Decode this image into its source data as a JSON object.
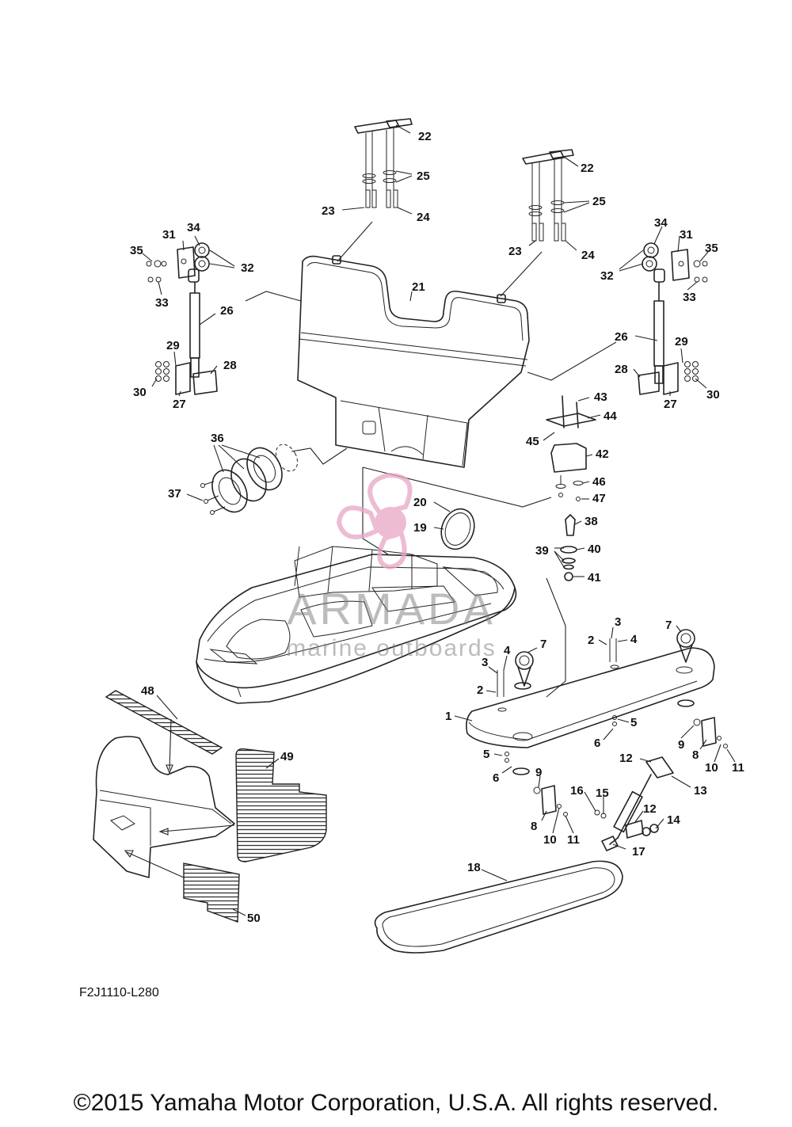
{
  "diagram": {
    "code": "F2J1110-L280",
    "copyright": "©2015 Yamaha Motor Corporation, U.S.A. All rights reserved."
  },
  "watermark": {
    "brand": "ARMADA",
    "tagline": "marine outboards",
    "color": "#e7a6c5"
  },
  "callouts": [
    {
      "id": "c22a",
      "label": "22"
    },
    {
      "id": "c25a",
      "label": "25"
    },
    {
      "id": "c23a",
      "label": "23"
    },
    {
      "id": "c24a",
      "label": "24"
    },
    {
      "id": "c22b",
      "label": "22"
    },
    {
      "id": "c25b",
      "label": "25"
    },
    {
      "id": "c23b",
      "label": "23"
    },
    {
      "id": "c24b",
      "label": "24"
    },
    {
      "id": "c34a",
      "label": "34"
    },
    {
      "id": "c31a",
      "label": "31"
    },
    {
      "id": "c35a",
      "label": "35"
    },
    {
      "id": "c32a",
      "label": "32"
    },
    {
      "id": "c33a",
      "label": "33"
    },
    {
      "id": "c26a",
      "label": "26"
    },
    {
      "id": "c29a",
      "label": "29"
    },
    {
      "id": "c28a",
      "label": "28"
    },
    {
      "id": "c30a",
      "label": "30"
    },
    {
      "id": "c27a",
      "label": "27"
    },
    {
      "id": "c34b",
      "label": "34"
    },
    {
      "id": "c31b",
      "label": "31"
    },
    {
      "id": "c35b",
      "label": "35"
    },
    {
      "id": "c32b",
      "label": "32"
    },
    {
      "id": "c33b",
      "label": "33"
    },
    {
      "id": "c26b",
      "label": "26"
    },
    {
      "id": "c29b",
      "label": "29"
    },
    {
      "id": "c28b",
      "label": "28"
    },
    {
      "id": "c30b",
      "label": "30"
    },
    {
      "id": "c27b",
      "label": "27"
    },
    {
      "id": "c21",
      "label": "21"
    },
    {
      "id": "c36",
      "label": "36"
    },
    {
      "id": "c37",
      "label": "37"
    },
    {
      "id": "c43",
      "label": "43"
    },
    {
      "id": "c44",
      "label": "44"
    },
    {
      "id": "c45",
      "label": "45"
    },
    {
      "id": "c42",
      "label": "42"
    },
    {
      "id": "c46",
      "label": "46"
    },
    {
      "id": "c47",
      "label": "47"
    },
    {
      "id": "c20",
      "label": "20"
    },
    {
      "id": "c19",
      "label": "19"
    },
    {
      "id": "c38",
      "label": "38"
    },
    {
      "id": "c39",
      "label": "39"
    },
    {
      "id": "c40",
      "label": "40"
    },
    {
      "id": "c41",
      "label": "41"
    },
    {
      "id": "c3a",
      "label": "3"
    },
    {
      "id": "c2a",
      "label": "2"
    },
    {
      "id": "c4a",
      "label": "4"
    },
    {
      "id": "c7a",
      "label": "7"
    },
    {
      "id": "c3b",
      "label": "3"
    },
    {
      "id": "c4b",
      "label": "4"
    },
    {
      "id": "c2b",
      "label": "2"
    },
    {
      "id": "c7b",
      "label": "7"
    },
    {
      "id": "c1",
      "label": "1"
    },
    {
      "id": "c5a",
      "label": "5"
    },
    {
      "id": "c6a",
      "label": "6"
    },
    {
      "id": "c5b",
      "label": "5"
    },
    {
      "id": "c6b",
      "label": "6"
    },
    {
      "id": "c9a",
      "label": "9"
    },
    {
      "id": "c8a",
      "label": "8"
    },
    {
      "id": "c10a",
      "label": "10"
    },
    {
      "id": "c11a",
      "label": "11"
    },
    {
      "id": "c12a",
      "label": "12"
    },
    {
      "id": "c13",
      "label": "13"
    },
    {
      "id": "c9b",
      "label": "9"
    },
    {
      "id": "c16",
      "label": "16"
    },
    {
      "id": "c15",
      "label": "15"
    },
    {
      "id": "c12b",
      "label": "12"
    },
    {
      "id": "c14",
      "label": "14"
    },
    {
      "id": "c8b",
      "label": "8"
    },
    {
      "id": "c10b",
      "label": "10"
    },
    {
      "id": "c11b",
      "label": "11"
    },
    {
      "id": "c17",
      "label": "17"
    },
    {
      "id": "c18",
      "label": "18"
    },
    {
      "id": "c48",
      "label": "48"
    },
    {
      "id": "c49",
      "label": "49"
    },
    {
      "id": "c50",
      "label": "50"
    }
  ]
}
